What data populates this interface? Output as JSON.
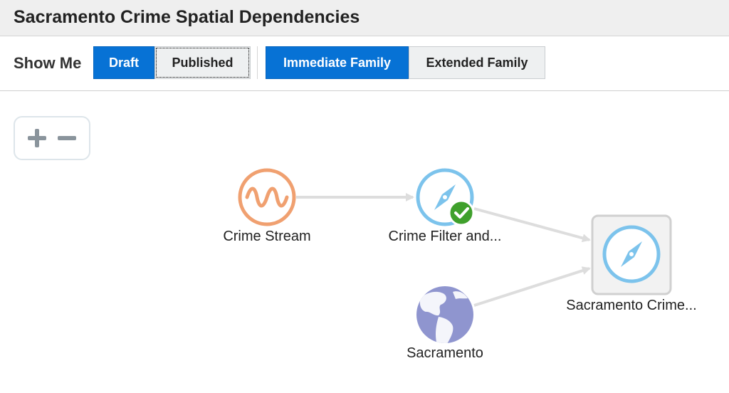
{
  "header": {
    "title": "Sacramento Crime Spatial Dependencies"
  },
  "toolbar": {
    "show_me_label": "Show Me",
    "version_toggle": {
      "draft": "Draft",
      "published": "Published",
      "selected": "Draft"
    },
    "family_toggle": {
      "immediate": "Immediate Family",
      "extended": "Extended Family",
      "selected": "Immediate Family"
    }
  },
  "zoom": {
    "zoom_in_icon": "plus-icon",
    "zoom_out_icon": "minus-icon"
  },
  "graph": {
    "nodes": [
      {
        "label": "Crime Stream",
        "icon": "stream-wave-icon",
        "color": "#f0a070"
      },
      {
        "label": "Crime Filter and...",
        "icon": "compass-icon",
        "color": "#7cc3ec",
        "badge": "check-badge-icon"
      },
      {
        "label": "Sacramento",
        "icon": "globe-icon",
        "color": "#8f95cf"
      },
      {
        "label": "Sacramento Crime...",
        "icon": "compass-icon",
        "color": "#7cc3ec",
        "selected": true
      }
    ],
    "edges": [
      {
        "from": "Crime Stream",
        "to": "Crime Filter and..."
      },
      {
        "from": "Crime Filter and...",
        "to": "Sacramento Crime..."
      },
      {
        "from": "Sacramento",
        "to": "Sacramento Crime..."
      }
    ]
  },
  "colors": {
    "accent": "#0772d5",
    "edge": "#dddddd",
    "success": "#3fa02c"
  }
}
